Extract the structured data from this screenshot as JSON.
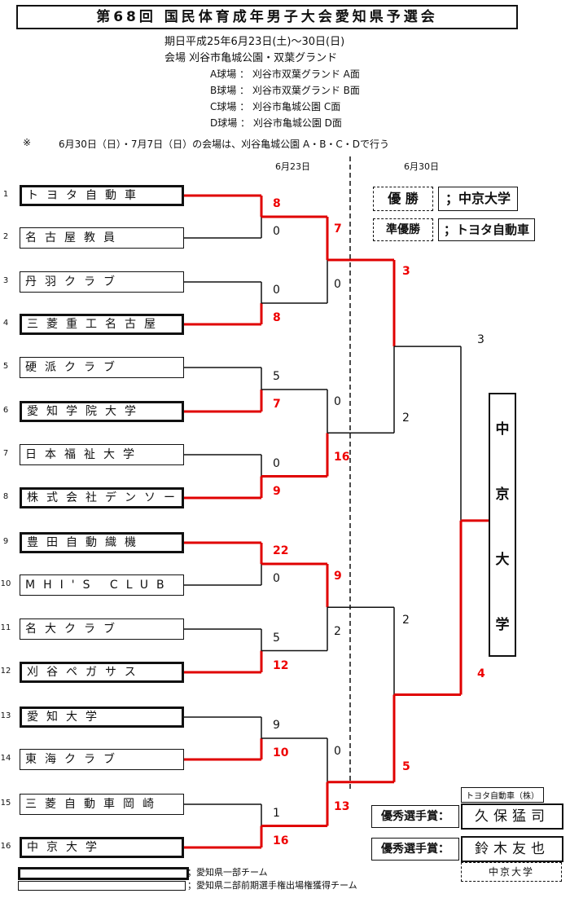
{
  "title": "第68回 国民体育成年男子大会愛知県予選会",
  "period": "期日平成25年6月23日(土)〜30日(日)",
  "venue_main": "会場 刈谷市亀城公園・双葉グランド",
  "venues": [
    "A球場 ： 刈谷市双葉グランド A面",
    "B球場 ： 刈谷市双葉グランド B面",
    "C球場 ： 刈谷市亀城公園 C面",
    "D球場 ： 刈谷市亀城公園 D面"
  ],
  "note_mark": "※",
  "note": "6月30日（日）・7月7日（日）の会場は、刈谷亀城公園 A・B・C・Dで行う",
  "date_left": "6月23日",
  "date_right": "6月30日",
  "teams": [
    {
      "seed": "1",
      "name": "トヨタ自動車",
      "tier": 1
    },
    {
      "seed": "2",
      "name": "名古屋教員",
      "tier": 2
    },
    {
      "seed": "3",
      "name": "丹羽クラブ",
      "tier": 2
    },
    {
      "seed": "4",
      "name": "三菱重工名古屋",
      "tier": 1
    },
    {
      "seed": "5",
      "name": "硬派クラブ",
      "tier": 2
    },
    {
      "seed": "6",
      "name": "愛知学院大学",
      "tier": 1
    },
    {
      "seed": "7",
      "name": "日本福祉大学",
      "tier": 2
    },
    {
      "seed": "8",
      "name": "株式会社デンソー",
      "tier": 1
    },
    {
      "seed": "9",
      "name": "豊田自動織機",
      "tier": 1
    },
    {
      "seed": "10",
      "name": "MHI'S CLUB",
      "tier": 2
    },
    {
      "seed": "11",
      "name": "名大クラブ",
      "tier": 2
    },
    {
      "seed": "12",
      "name": "刈谷ペガサス",
      "tier": 1
    },
    {
      "seed": "13",
      "name": "愛知大学",
      "tier": 1
    },
    {
      "seed": "14",
      "name": "東海クラブ",
      "tier": 2
    },
    {
      "seed": "15",
      "name": "三菱自動車岡崎",
      "tier": 2
    },
    {
      "seed": "16",
      "name": "中京大学",
      "tier": 1
    }
  ],
  "scores": {
    "r1": [
      [
        "8",
        "0"
      ],
      [
        "0",
        "8"
      ],
      [
        "5",
        "7"
      ],
      [
        "0",
        "9"
      ],
      [
        "22",
        "0"
      ],
      [
        "5",
        "12"
      ],
      [
        "9",
        "10"
      ],
      [
        "1",
        "16"
      ]
    ],
    "r2": [
      [
        "7",
        "0"
      ],
      [
        "0",
        "16"
      ],
      [
        "9",
        "2"
      ],
      [
        "0",
        "13"
      ]
    ],
    "r3": [
      [
        "3",
        "2"
      ],
      [
        "2",
        "5"
      ]
    ],
    "final": [
      "3",
      "4"
    ]
  },
  "champion_label": "優 勝",
  "champion": "；中京大学",
  "runner_up_label": "準優勝",
  "runner_up": "；トヨタ自動車",
  "winner_vertical": [
    "中",
    "京",
    "大",
    "学"
  ],
  "awards": [
    {
      "label": "優秀選手賞：",
      "name": "久保猛司",
      "org": "トヨタ自動車（株）"
    },
    {
      "label": "優秀選手賞：",
      "name": "鈴木友也",
      "org": "中京大学"
    }
  ],
  "legend": [
    "；愛知県一部チーム",
    "；愛知県二部前期選手権出場権獲得チーム"
  ],
  "colors": {
    "win_line": "#e00000",
    "line": "#111111"
  }
}
